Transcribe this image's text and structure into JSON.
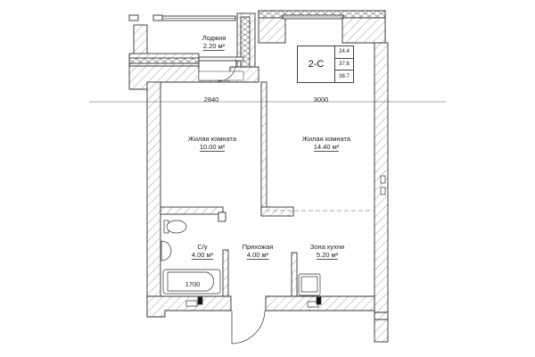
{
  "apartment": {
    "code": "2-C",
    "areas": [
      "24.4",
      "37.6",
      "38.7"
    ]
  },
  "rooms": [
    {
      "name": "Лоджия",
      "area": "2.20 м²"
    },
    {
      "name": "Жилая комната",
      "area": "10.00 м²"
    },
    {
      "name": "Жилая комната",
      "area": "14.40 м²"
    },
    {
      "name": "С/у",
      "area": "4.00 м²"
    },
    {
      "name": "Прихожая",
      "area": "4.00 м²"
    },
    {
      "name": "Зона кухни",
      "area": "5.20 м²"
    }
  ],
  "dimensions": {
    "left_room_width": "2840",
    "right_room_width": "3000",
    "bathtub_length": "1700"
  },
  "colors": {
    "line": "#333333",
    "hatch": "#666666",
    "background": "#ffffff"
  }
}
